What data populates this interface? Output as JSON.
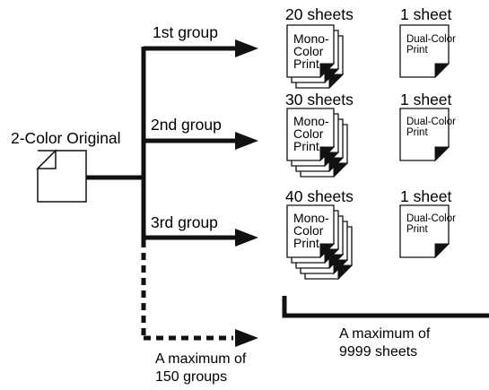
{
  "original_label": "2-Color Original",
  "groups": [
    {
      "label": "1st group",
      "mono_count": "20 sheets",
      "dual_count": "1 sheet"
    },
    {
      "label": "2nd group",
      "mono_count": "30 sheets",
      "dual_count": "1 sheet"
    },
    {
      "label": "3rd group",
      "mono_count": "40 sheets",
      "dual_count": "1 sheet"
    }
  ],
  "mono_doc_text": [
    "Mono-",
    "Color",
    "Print"
  ],
  "dual_doc_text": [
    "Dual-Color",
    "Print"
  ],
  "max_groups": [
    "A maximum of",
    "150 groups"
  ],
  "max_sheets": [
    "A maximum of",
    "9999 sheets"
  ],
  "colors": {
    "line": "#111111",
    "paper": "#ffffff",
    "fold": "#111111"
  }
}
